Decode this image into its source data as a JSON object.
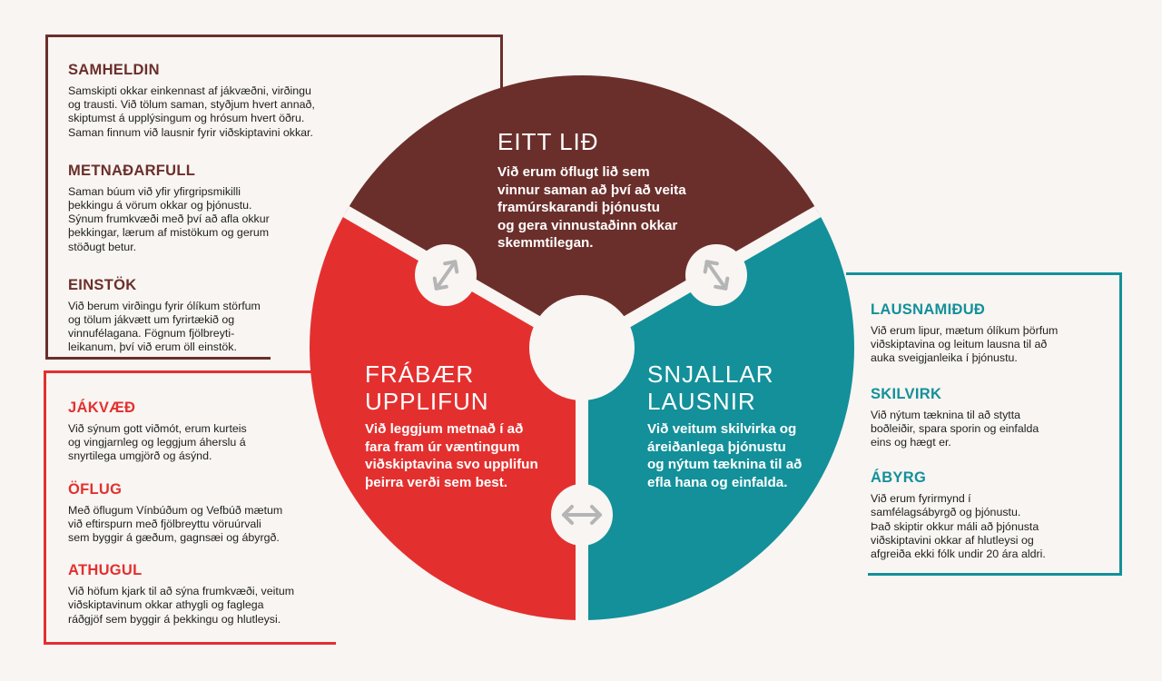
{
  "colors": {
    "brown": "#6b2f2b",
    "red": "#e3302f",
    "teal": "#13909a",
    "background": "#f8f5f2",
    "arrow": "#b5b5b5"
  },
  "icons": [
    "diagonal-double-arrow-icon",
    "diagonal-double-arrow-icon",
    "horizontal-double-arrow-icon"
  ],
  "segments": {
    "top": {
      "title": "EITT LIÐ",
      "text": "Við erum öflugt lið sem\nvinnur saman að því að veita\nframúrskarandi þjónustu\nog gera vinnustaðinn okkar\nskemmtilegan."
    },
    "left": {
      "title": "FRÁBÆR\nUPPLIFUN",
      "text": "Við leggjum metnað í að\nfara fram úr væntingum\nviðskiptavina svo upplifun\nþeirra verði sem best."
    },
    "right": {
      "title": "SNJALLAR\nLAUSNIR",
      "text": "Við veitum skilvirka og\náreiðanlega þjónustu\nog nýtum tæknina til að\nefla hana og einfalda."
    }
  },
  "brown_items": [
    {
      "title": "SAMHELDIN",
      "text": "Samskipti okkar einkennast af jákvæðni, virðingu\nog trausti. Við tölum saman, styðjum hvert annað,\nskiptumst á upplýsingum og hrósum hvert öðru.\nSaman finnum við lausnir fyrir viðskiptavini okkar."
    },
    {
      "title": "METNAÐARFULL",
      "text": "Saman búum við yfir yfirgripsmikilli\nþekkingu á vörum okkar og þjónustu.\nSýnum frumkvæði með því að afla okkur\nþekkingar, lærum af mistökum og gerum\nstöðugt betur."
    },
    {
      "title": "EINSTÖK",
      "text": "Við berum virðingu fyrir ólíkum störfum\nog tölum jákvætt um fyrirtækið og\nvinnufélagana. Fögnum fjölbreyti-\nleikanum, því við erum öll einstök."
    }
  ],
  "red_items": [
    {
      "title": "JÁKVÆÐ",
      "text": "Við sýnum gott viðmót, erum kurteis\nog vingjarnleg og leggjum áherslu á\nsnyrtilega umgjörð og ásýnd."
    },
    {
      "title": "ÖFLUG",
      "text": "Með öflugum Vínbúðum og Vefbúð mætum\nvið eftirspurn með fjölbreyttu vöruúrvali\nsem byggir á gæðum, gagnsæi og ábyrgð."
    },
    {
      "title": "ATHUGUL",
      "text": "Við höfum kjark til að sýna frumkvæði, veitum\nviðskiptavinum okkar athygli og faglega\nráðgjöf sem byggir á þekkingu og hlutleysi."
    }
  ],
  "teal_items": [
    {
      "title": "LAUSNAMIÐUÐ",
      "text": "Við erum lipur, mætum ólíkum þörfum\nviðskiptavina og leitum lausna til að\nauka sveigjanleika í þjónustu."
    },
    {
      "title": "SKILVIRK",
      "text": "Við nýtum tæknina til að stytta\nboðleiðir, spara sporin og einfalda\neins og hægt er."
    },
    {
      "title": "ÁBYRG",
      "text": "Við erum fyrirmynd í\nsamfélagsábyrgð og þjónustu.\nÞað skiptir okkur máli að þjónusta\nviðskiptavini okkar af hlutleysi og\nafgreiða ekki fólk undir 20 ára aldri."
    }
  ]
}
